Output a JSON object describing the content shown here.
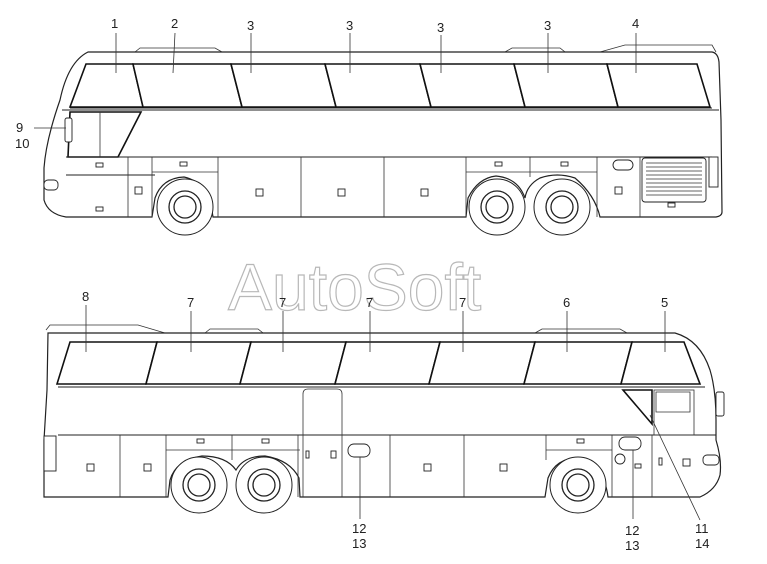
{
  "watermark": "AutoSoft",
  "top_view": {
    "callouts": [
      "1",
      "2",
      "3",
      "3",
      "3",
      "3",
      "4",
      "9",
      "10"
    ]
  },
  "bottom_view": {
    "callouts": [
      "8",
      "7",
      "7",
      "7",
      "7",
      "6",
      "5",
      "12",
      "13",
      "12",
      "13",
      "11",
      "14"
    ]
  }
}
